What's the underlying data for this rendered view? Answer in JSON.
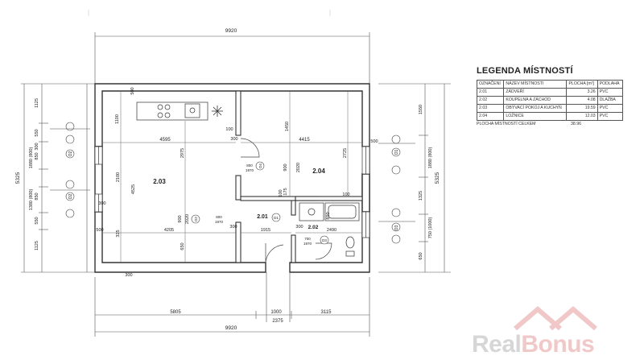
{
  "dimensions": {
    "top_overall": "9920",
    "bottom_overall": "9920",
    "bottom_segments": [
      "5805",
      "1000",
      "3115"
    ],
    "bottom_door": "2375",
    "left_overall": "5325",
    "right_overall": "5325",
    "left_chain": [
      "1125",
      "550",
      "1380 (800)",
      "850",
      "300",
      "1880 (800)",
      "850",
      "550",
      "1125"
    ],
    "right_chain": [
      "1550",
      "1880 (800)",
      "1325",
      "750 (1000)",
      "650"
    ],
    "top_wall": "500",
    "wall_left_mid": "300",
    "wall_left_low": "300",
    "kitchen_counter": "1100",
    "kitchen_depth": "2975",
    "room_height_left": "4525",
    "room_height_left_inner": "2100",
    "room_width_left": "4595",
    "room_width_right": "4415",
    "room_height_right_upper": "1450",
    "room_height_right": "2725",
    "wall_mid": "100",
    "wall_r": "300",
    "wall_r2": "500",
    "wall_a": "900",
    "wall_b": "2020",
    "wall_c": "175",
    "wall_d": "100",
    "bath_a": "850",
    "bath_b": "100",
    "bath_c": "2490",
    "hall_width": "1915",
    "hall_wall": "300",
    "low_a": "4205",
    "low_b": "325",
    "low_c": "500",
    "low_d": "900",
    "low_e": "650",
    "low_f": "300",
    "low_g": "2020",
    "door_800_1970": "800\n1970",
    "door_700_1970": "700\n1970",
    "door_800_1970_b": "800\n1970"
  },
  "rooms": [
    {
      "id": "2.03",
      "label": "2.03"
    },
    {
      "id": "2.04",
      "label": "2.04"
    },
    {
      "id": "2.01",
      "label": "2.01"
    },
    {
      "id": "2.02",
      "label": "2.02"
    }
  ],
  "door_marks": [
    "D1",
    "D2",
    "D3",
    "D4"
  ],
  "window_marks_left": [
    "O2",
    "O2"
  ],
  "window_marks_right": [
    "O1",
    "O3"
  ],
  "legend": {
    "title": "LEGENDA MÍSTNOSTÍ",
    "headers": [
      "OZNAČENÍ",
      "NÁZEV MÍSTNOSTI",
      "PLOCHA [m²]",
      "PODLAHA"
    ],
    "rows": [
      [
        "2.01",
        "ZÁDVEŘÍ",
        "3.26",
        "PVC"
      ],
      [
        "2.02",
        "KOUPELNA A ZÁCHOD",
        "4.08",
        "DLAŽBA"
      ],
      [
        "2.03",
        "OBÝVACÍ POKOJ A KUCHYŇ",
        "19.59",
        "PVC"
      ],
      [
        "2.04",
        "LOŽNICE",
        "12.03",
        "PVC"
      ]
    ],
    "total_label": "PLOCHA MÍSTNOSTÍ CELKEM",
    "total_value": "38.96"
  },
  "logo": {
    "part1": "Real",
    "part2": "Bonus"
  },
  "colors": {
    "wall": "#333333",
    "wall_fill": "#ffffff",
    "dim": "#555555",
    "logo_gray": "#d6d6d6",
    "logo_pink": "#f0c8c8",
    "roof": "#f3d0d0"
  }
}
